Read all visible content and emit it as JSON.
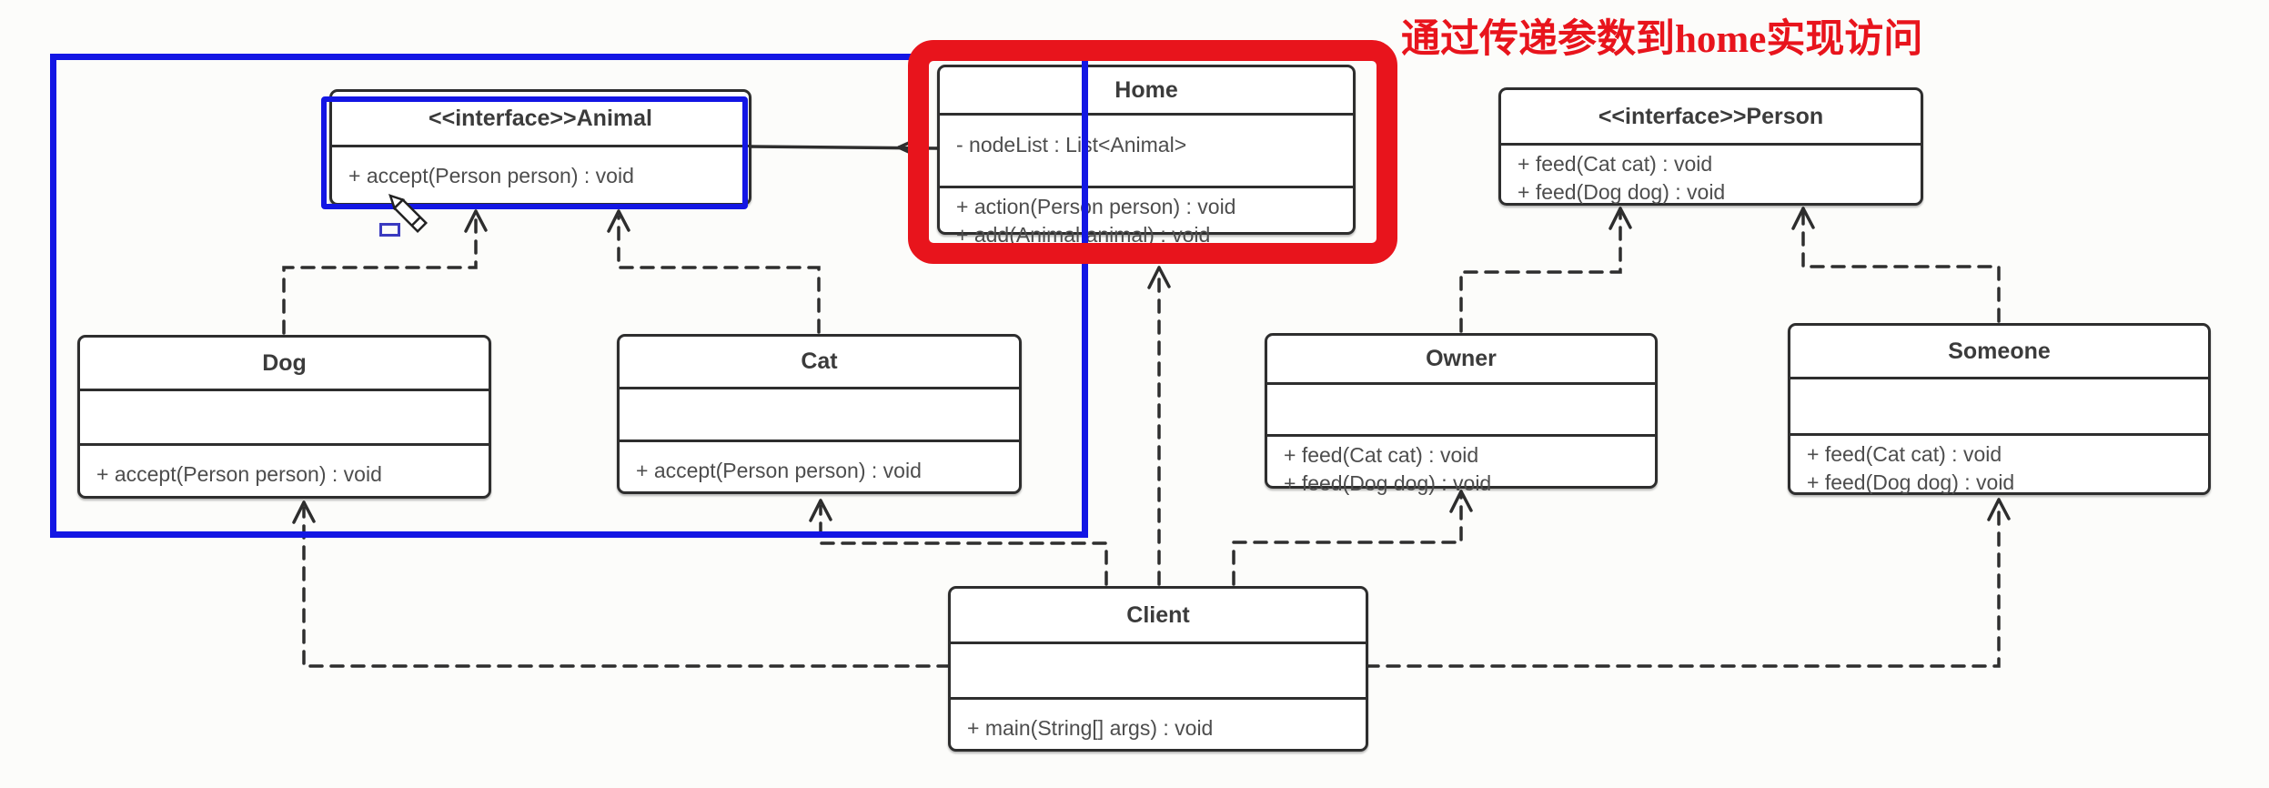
{
  "annotation": {
    "text": "通过传递参数到home实现访问",
    "color": "#e8141c"
  },
  "colors": {
    "selection_blue": "#1316e4",
    "highlight_red": "#e8141c",
    "box_border": "#2e2e2e",
    "method_text": "#4d4d4d",
    "background": "#fcfcfa"
  },
  "classes": {
    "animal": {
      "title": "<<interface>>Animal",
      "attributes": [],
      "methods": [
        "+ accept(Person person) : void"
      ]
    },
    "home": {
      "title": "Home",
      "attributes": [
        "- nodeList : List<Animal>"
      ],
      "methods": [
        "+ action(Person person) : void",
        "+ add(Animal animal) : void"
      ]
    },
    "person": {
      "title": "<<interface>>Person",
      "attributes": [],
      "methods": [
        "+ feed(Cat cat) : void",
        "+ feed(Dog dog) : void"
      ]
    },
    "dog": {
      "title": "Dog",
      "attributes": [],
      "methods": [
        "+ accept(Person person) : void"
      ]
    },
    "cat": {
      "title": "Cat",
      "attributes": [],
      "methods": [
        "+ accept(Person person) : void"
      ]
    },
    "owner": {
      "title": "Owner",
      "attributes": [],
      "methods": [
        "+ feed(Cat cat) : void",
        "+ feed(Dog dog) : void"
      ]
    },
    "someone": {
      "title": "Someone",
      "attributes": [],
      "methods": [
        "+ feed(Cat cat) : void",
        "+ feed(Dog dog) : void"
      ]
    },
    "client": {
      "title": "Client",
      "attributes": [],
      "methods": [
        "+ main(String[] args) : void"
      ]
    }
  },
  "relationships": [
    {
      "from": "Home",
      "to": "Animal",
      "type": "aggregation",
      "line": "solid"
    },
    {
      "from": "Dog",
      "to": "Animal",
      "type": "realization",
      "line": "dashed"
    },
    {
      "from": "Cat",
      "to": "Animal",
      "type": "realization",
      "line": "dashed"
    },
    {
      "from": "Owner",
      "to": "Person",
      "type": "realization",
      "line": "dashed"
    },
    {
      "from": "Someone",
      "to": "Person",
      "type": "realization",
      "line": "dashed"
    },
    {
      "from": "Client",
      "to": "Home",
      "type": "dependency",
      "line": "dashed"
    },
    {
      "from": "Client",
      "to": "Dog",
      "type": "dependency",
      "line": "dashed"
    },
    {
      "from": "Client",
      "to": "Cat",
      "type": "dependency",
      "line": "dashed"
    },
    {
      "from": "Client",
      "to": "Owner",
      "type": "dependency",
      "line": "dashed"
    },
    {
      "from": "Client",
      "to": "Someone",
      "type": "dependency",
      "line": "dashed"
    }
  ]
}
